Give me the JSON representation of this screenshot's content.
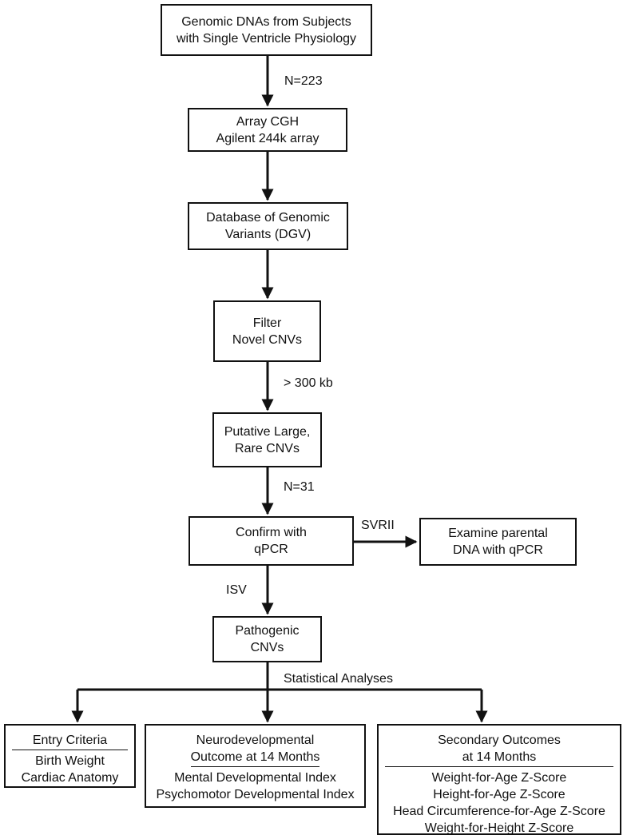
{
  "nodes": {
    "genomic_dna": [
      "Genomic DNAs from Subjects",
      "with Single Ventricle Physiology"
    ],
    "array_cgh": [
      "Array CGH",
      "Agilent 244k array"
    ],
    "dgv": [
      "Database of Genomic",
      "Variants (DGV)"
    ],
    "filter": [
      "Filter",
      "Novel CNVs"
    ],
    "putative": [
      "Putative Large,",
      "Rare CNVs"
    ],
    "confirm": [
      "Confirm with",
      "qPCR"
    ],
    "parental": [
      "Examine parental",
      "DNA with qPCR"
    ],
    "pathogenic": [
      "Pathogenic",
      "CNVs"
    ],
    "entry": {
      "header": "Entry Criteria",
      "items": [
        "Birth Weight",
        "Cardiac Anatomy"
      ]
    },
    "neuro": {
      "header": [
        "Neurodevelopmental",
        "Outcome at 14 Months"
      ],
      "items": [
        "Mental Developmental Index",
        "Psychomotor Developmental Index"
      ]
    },
    "secondary": {
      "header": [
        "Secondary Outcomes",
        "at 14 Months"
      ],
      "items": [
        "Weight-for-Age Z-Score",
        "Height-for-Age Z-Score",
        "Head Circumference-for-Age Z-Score",
        "Weight-for-Height Z-Score"
      ]
    }
  },
  "edge_labels": {
    "n223": "N=223",
    "gt300": "> 300 kb",
    "n31": "N=31",
    "svrii": "SVRII",
    "isv": "ISV",
    "stats": "Statistical Analyses"
  }
}
